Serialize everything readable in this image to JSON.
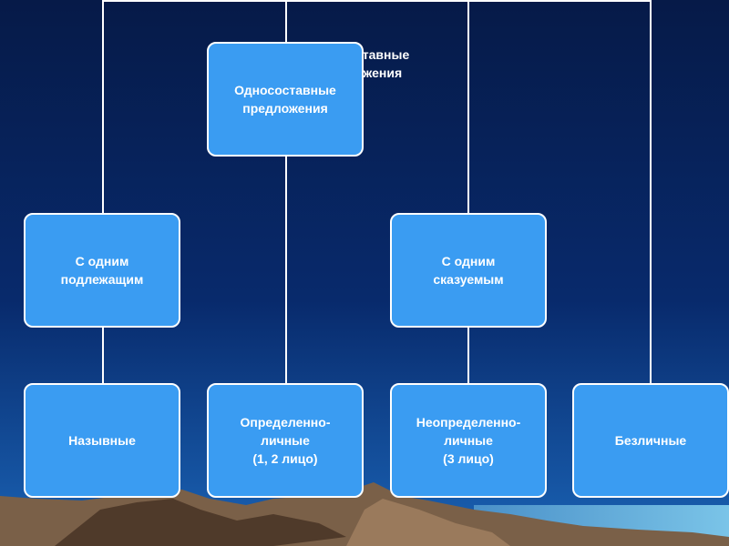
{
  "diagram": {
    "background_colors": {
      "sky_top": "#061a48",
      "sky_bottom": "#0d4fa0",
      "box_fill": "#3a9cf2",
      "connector": "#ffffff"
    },
    "ghost_text": "ставные\nожения",
    "root": "Односоставные\nпредложения",
    "level2": {
      "subject": "С одним\nподлежащим",
      "predicate": "С одним\nсказуемым"
    },
    "leaves": {
      "nominative": "Назывные",
      "definite_personal": "Определенно-\nличные\n(1, 2 лицо)",
      "indefinite_personal": "Неопределенно-\nличные\n(3 лицо)",
      "impersonal": "Безличные"
    }
  }
}
